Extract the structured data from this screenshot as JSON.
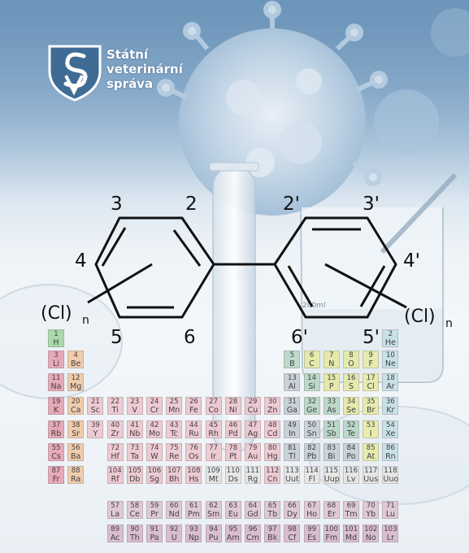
{
  "logo": {
    "lines": [
      "Státní",
      "veterinární",
      "správa"
    ]
  },
  "molecule": {
    "positions": {
      "p2": "2",
      "p3": "3",
      "p4": "4",
      "p5": "5",
      "p6": "6",
      "p2p": "2'",
      "p3p": "3'",
      "p4p": "4'",
      "p5p": "5'",
      "p6p": "6'"
    },
    "substituent": "(Cl)",
    "subscript": "n"
  },
  "beaker_label": "200ml",
  "colors": {
    "alkali": "#e7a3b3",
    "alkaline": "#f1c9a6",
    "transition": "#eec7cf",
    "post_transition": "#c7cfd7",
    "metalloid": "#b8d7c6",
    "nonmetal": "#e6e9a6",
    "halogen": "#e7eba9",
    "noble": "#c6dfe8",
    "hydrogen": "#a6d6a4",
    "lanthanide": "#dfc6d3",
    "actinide": "#d9b9cf",
    "unknown": "#e6e6e6"
  },
  "elements": [
    {
      "n": "1",
      "s": "H",
      "c": 1,
      "r": 1,
      "t": "hydrogen"
    },
    {
      "n": "2",
      "s": "He",
      "c": 18,
      "r": 1,
      "t": "noble"
    },
    {
      "n": "3",
      "s": "Li",
      "c": 1,
      "r": 2,
      "t": "alkali"
    },
    {
      "n": "4",
      "s": "Be",
      "c": 2,
      "r": 2,
      "t": "alkaline"
    },
    {
      "n": "5",
      "s": "B",
      "c": 13,
      "r": 2,
      "t": "metalloid"
    },
    {
      "n": "6",
      "s": "C",
      "c": 14,
      "r": 2,
      "t": "nonmetal"
    },
    {
      "n": "7",
      "s": "N",
      "c": 15,
      "r": 2,
      "t": "nonmetal"
    },
    {
      "n": "8",
      "s": "O",
      "c": 16,
      "r": 2,
      "t": "nonmetal"
    },
    {
      "n": "9",
      "s": "F",
      "c": 17,
      "r": 2,
      "t": "halogen"
    },
    {
      "n": "10",
      "s": "Ne",
      "c": 18,
      "r": 2,
      "t": "noble"
    },
    {
      "n": "11",
      "s": "Na",
      "c": 1,
      "r": 3,
      "t": "alkali"
    },
    {
      "n": "12",
      "s": "Mg",
      "c": 2,
      "r": 3,
      "t": "alkaline"
    },
    {
      "n": "13",
      "s": "Al",
      "c": 13,
      "r": 3,
      "t": "post_transition"
    },
    {
      "n": "14",
      "s": "Si",
      "c": 14,
      "r": 3,
      "t": "metalloid"
    },
    {
      "n": "15",
      "s": "P",
      "c": 15,
      "r": 3,
      "t": "nonmetal"
    },
    {
      "n": "16",
      "s": "S",
      "c": 16,
      "r": 3,
      "t": "nonmetal"
    },
    {
      "n": "17",
      "s": "Cl",
      "c": 17,
      "r": 3,
      "t": "halogen"
    },
    {
      "n": "18",
      "s": "Ar",
      "c": 18,
      "r": 3,
      "t": "noble"
    },
    {
      "n": "19",
      "s": "K",
      "c": 1,
      "r": 4,
      "t": "alkali"
    },
    {
      "n": "20",
      "s": "Ca",
      "c": 2,
      "r": 4,
      "t": "alkaline"
    },
    {
      "n": "21",
      "s": "Sc",
      "c": 3,
      "r": 4,
      "t": "transition"
    },
    {
      "n": "22",
      "s": "Ti",
      "c": 4,
      "r": 4,
      "t": "transition"
    },
    {
      "n": "23",
      "s": "V",
      "c": 5,
      "r": 4,
      "t": "transition"
    },
    {
      "n": "24",
      "s": "Cr",
      "c": 6,
      "r": 4,
      "t": "transition"
    },
    {
      "n": "25",
      "s": "Mn",
      "c": 7,
      "r": 4,
      "t": "transition"
    },
    {
      "n": "26",
      "s": "Fe",
      "c": 8,
      "r": 4,
      "t": "transition"
    },
    {
      "n": "27",
      "s": "Co",
      "c": 9,
      "r": 4,
      "t": "transition"
    },
    {
      "n": "28",
      "s": "Ni",
      "c": 10,
      "r": 4,
      "t": "transition"
    },
    {
      "n": "29",
      "s": "Cu",
      "c": 11,
      "r": 4,
      "t": "transition"
    },
    {
      "n": "30",
      "s": "Zn",
      "c": 12,
      "r": 4,
      "t": "transition"
    },
    {
      "n": "31",
      "s": "Ga",
      "c": 13,
      "r": 4,
      "t": "post_transition"
    },
    {
      "n": "32",
      "s": "Ge",
      "c": 14,
      "r": 4,
      "t": "metalloid"
    },
    {
      "n": "33",
      "s": "As",
      "c": 15,
      "r": 4,
      "t": "metalloid"
    },
    {
      "n": "34",
      "s": "Se",
      "c": 16,
      "r": 4,
      "t": "nonmetal"
    },
    {
      "n": "35",
      "s": "Br",
      "c": 17,
      "r": 4,
      "t": "halogen"
    },
    {
      "n": "36",
      "s": "Kr",
      "c": 18,
      "r": 4,
      "t": "noble"
    },
    {
      "n": "37",
      "s": "Rb",
      "c": 1,
      "r": 5,
      "t": "alkali"
    },
    {
      "n": "38",
      "s": "Sr",
      "c": 2,
      "r": 5,
      "t": "alkaline"
    },
    {
      "n": "39",
      "s": "Y",
      "c": 3,
      "r": 5,
      "t": "transition"
    },
    {
      "n": "40",
      "s": "Zr",
      "c": 4,
      "r": 5,
      "t": "transition"
    },
    {
      "n": "41",
      "s": "Nb",
      "c": 5,
      "r": 5,
      "t": "transition"
    },
    {
      "n": "42",
      "s": "Mo",
      "c": 6,
      "r": 5,
      "t": "transition"
    },
    {
      "n": "43",
      "s": "Tc",
      "c": 7,
      "r": 5,
      "t": "transition"
    },
    {
      "n": "44",
      "s": "Ru",
      "c": 8,
      "r": 5,
      "t": "transition"
    },
    {
      "n": "45",
      "s": "Rh",
      "c": 9,
      "r": 5,
      "t": "transition"
    },
    {
      "n": "46",
      "s": "Pd",
      "c": 10,
      "r": 5,
      "t": "transition"
    },
    {
      "n": "47",
      "s": "Ag",
      "c": 11,
      "r": 5,
      "t": "transition"
    },
    {
      "n": "48",
      "s": "Cd",
      "c": 12,
      "r": 5,
      "t": "transition"
    },
    {
      "n": "49",
      "s": "In",
      "c": 13,
      "r": 5,
      "t": "post_transition"
    },
    {
      "n": "50",
      "s": "Sn",
      "c": 14,
      "r": 5,
      "t": "post_transition"
    },
    {
      "n": "51",
      "s": "Sb",
      "c": 15,
      "r": 5,
      "t": "metalloid"
    },
    {
      "n": "52",
      "s": "Te",
      "c": 16,
      "r": 5,
      "t": "metalloid"
    },
    {
      "n": "53",
      "s": "I",
      "c": 17,
      "r": 5,
      "t": "halogen"
    },
    {
      "n": "54",
      "s": "Xe",
      "c": 18,
      "r": 5,
      "t": "noble"
    },
    {
      "n": "55",
      "s": "Cs",
      "c": 1,
      "r": 6,
      "t": "alkali"
    },
    {
      "n": "56",
      "s": "Ba",
      "c": 2,
      "r": 6,
      "t": "alkaline"
    },
    {
      "n": "72",
      "s": "Hf",
      "c": 4,
      "r": 6,
      "t": "transition"
    },
    {
      "n": "73",
      "s": "Ta",
      "c": 5,
      "r": 6,
      "t": "transition"
    },
    {
      "n": "74",
      "s": "W",
      "c": 6,
      "r": 6,
      "t": "transition"
    },
    {
      "n": "75",
      "s": "Re",
      "c": 7,
      "r": 6,
      "t": "transition"
    },
    {
      "n": "76",
      "s": "Os",
      "c": 8,
      "r": 6,
      "t": "transition"
    },
    {
      "n": "77",
      "s": "Ir",
      "c": 9,
      "r": 6,
      "t": "transition"
    },
    {
      "n": "78",
      "s": "Pt",
      "c": 10,
      "r": 6,
      "t": "transition"
    },
    {
      "n": "79",
      "s": "Au",
      "c": 11,
      "r": 6,
      "t": "transition"
    },
    {
      "n": "80",
      "s": "Hg",
      "c": 12,
      "r": 6,
      "t": "transition"
    },
    {
      "n": "81",
      "s": "Tl",
      "c": 13,
      "r": 6,
      "t": "post_transition"
    },
    {
      "n": "82",
      "s": "Pb",
      "c": 14,
      "r": 6,
      "t": "post_transition"
    },
    {
      "n": "83",
      "s": "Bi",
      "c": 15,
      "r": 6,
      "t": "post_transition"
    },
    {
      "n": "84",
      "s": "Po",
      "c": 16,
      "r": 6,
      "t": "post_transition"
    },
    {
      "n": "85",
      "s": "At",
      "c": 17,
      "r": 6,
      "t": "halogen"
    },
    {
      "n": "86",
      "s": "Rn",
      "c": 18,
      "r": 6,
      "t": "noble"
    },
    {
      "n": "87",
      "s": "Fr",
      "c": 1,
      "r": 7,
      "t": "alkali"
    },
    {
      "n": "88",
      "s": "Ra",
      "c": 2,
      "r": 7,
      "t": "alkaline"
    },
    {
      "n": "104",
      "s": "Rf",
      "c": 4,
      "r": 7,
      "t": "transition"
    },
    {
      "n": "105",
      "s": "Db",
      "c": 5,
      "r": 7,
      "t": "transition"
    },
    {
      "n": "106",
      "s": "Sg",
      "c": 6,
      "r": 7,
      "t": "transition"
    },
    {
      "n": "107",
      "s": "Bh",
      "c": 7,
      "r": 7,
      "t": "transition"
    },
    {
      "n": "108",
      "s": "Hs",
      "c": 8,
      "r": 7,
      "t": "transition"
    },
    {
      "n": "109",
      "s": "Mt",
      "c": 9,
      "r": 7,
      "t": "unknown"
    },
    {
      "n": "110",
      "s": "Ds",
      "c": 10,
      "r": 7,
      "t": "unknown"
    },
    {
      "n": "111",
      "s": "Rg",
      "c": 11,
      "r": 7,
      "t": "unknown"
    },
    {
      "n": "112",
      "s": "Cn",
      "c": 12,
      "r": 7,
      "t": "transition"
    },
    {
      "n": "113",
      "s": "Uut",
      "c": 13,
      "r": 7,
      "t": "unknown"
    },
    {
      "n": "114",
      "s": "Fl",
      "c": 14,
      "r": 7,
      "t": "unknown"
    },
    {
      "n": "115",
      "s": "Uup",
      "c": 15,
      "r": 7,
      "t": "unknown"
    },
    {
      "n": "116",
      "s": "Lv",
      "c": 16,
      "r": 7,
      "t": "unknown"
    },
    {
      "n": "117",
      "s": "Uus",
      "c": 17,
      "r": 7,
      "t": "unknown"
    },
    {
      "n": "118",
      "s": "Uuo",
      "c": 18,
      "r": 7,
      "t": "unknown"
    },
    {
      "n": "57",
      "s": "La",
      "c": 4,
      "r": 9,
      "t": "lanthanide"
    },
    {
      "n": "58",
      "s": "Ce",
      "c": 5,
      "r": 9,
      "t": "lanthanide"
    },
    {
      "n": "59",
      "s": "Pr",
      "c": 6,
      "r": 9,
      "t": "lanthanide"
    },
    {
      "n": "60",
      "s": "Nd",
      "c": 7,
      "r": 9,
      "t": "lanthanide"
    },
    {
      "n": "61",
      "s": "Pm",
      "c": 8,
      "r": 9,
      "t": "lanthanide"
    },
    {
      "n": "62",
      "s": "Sm",
      "c": 9,
      "r": 9,
      "t": "lanthanide"
    },
    {
      "n": "63",
      "s": "Eu",
      "c": 10,
      "r": 9,
      "t": "lanthanide"
    },
    {
      "n": "64",
      "s": "Gd",
      "c": 11,
      "r": 9,
      "t": "lanthanide"
    },
    {
      "n": "65",
      "s": "Tb",
      "c": 12,
      "r": 9,
      "t": "lanthanide"
    },
    {
      "n": "66",
      "s": "Dy",
      "c": 13,
      "r": 9,
      "t": "lanthanide"
    },
    {
      "n": "67",
      "s": "Ho",
      "c": 14,
      "r": 9,
      "t": "lanthanide"
    },
    {
      "n": "68",
      "s": "Er",
      "c": 15,
      "r": 9,
      "t": "lanthanide"
    },
    {
      "n": "69",
      "s": "Tm",
      "c": 16,
      "r": 9,
      "t": "lanthanide"
    },
    {
      "n": "70",
      "s": "Yb",
      "c": 17,
      "r": 9,
      "t": "lanthanide"
    },
    {
      "n": "71",
      "s": "Lu",
      "c": 18,
      "r": 9,
      "t": "lanthanide"
    },
    {
      "n": "89",
      "s": "Ac",
      "c": 4,
      "r": 10,
      "t": "actinide"
    },
    {
      "n": "90",
      "s": "Th",
      "c": 5,
      "r": 10,
      "t": "actinide"
    },
    {
      "n": "91",
      "s": "Pa",
      "c": 6,
      "r": 10,
      "t": "actinide"
    },
    {
      "n": "92",
      "s": "U",
      "c": 7,
      "r": 10,
      "t": "actinide"
    },
    {
      "n": "93",
      "s": "Np",
      "c": 8,
      "r": 10,
      "t": "actinide"
    },
    {
      "n": "94",
      "s": "Pu",
      "c": 9,
      "r": 10,
      "t": "actinide"
    },
    {
      "n": "95",
      "s": "Am",
      "c": 10,
      "r": 10,
      "t": "actinide"
    },
    {
      "n": "96",
      "s": "Cm",
      "c": 11,
      "r": 10,
      "t": "actinide"
    },
    {
      "n": "97",
      "s": "Bk",
      "c": 12,
      "r": 10,
      "t": "actinide"
    },
    {
      "n": "98",
      "s": "Cf",
      "c": 13,
      "r": 10,
      "t": "actinide"
    },
    {
      "n": "99",
      "s": "Es",
      "c": 14,
      "r": 10,
      "t": "actinide"
    },
    {
      "n": "100",
      "s": "Fm",
      "c": 15,
      "r": 10,
      "t": "actinide"
    },
    {
      "n": "101",
      "s": "Md",
      "c": 16,
      "r": 10,
      "t": "actinide"
    },
    {
      "n": "102",
      "s": "No",
      "c": 17,
      "r": 10,
      "t": "actinide"
    },
    {
      "n": "103",
      "s": "Lr",
      "c": 18,
      "r": 10,
      "t": "actinide"
    }
  ]
}
